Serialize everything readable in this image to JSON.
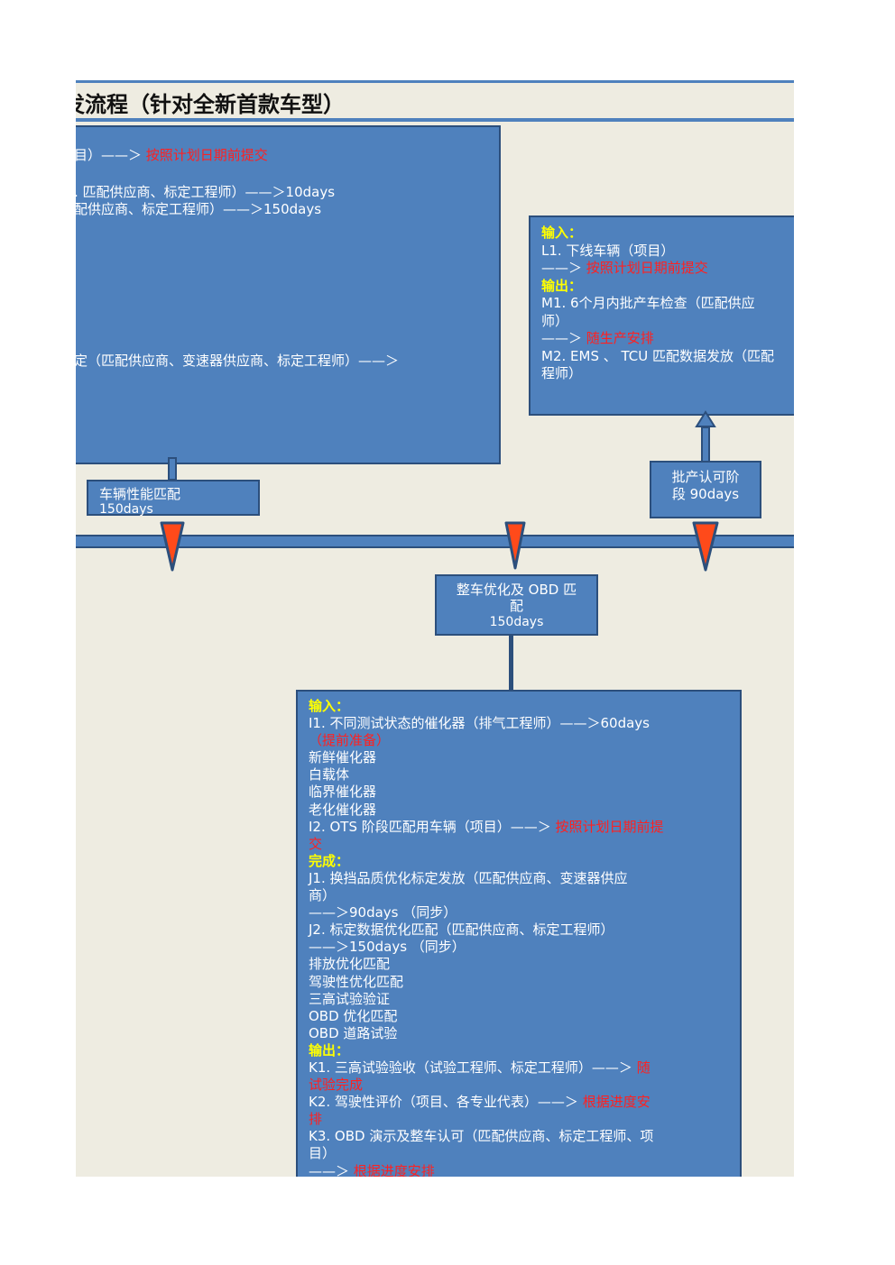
{
  "title": "发流程（针对全新首款车型）",
  "box_top_left": {
    "line1_pre": "目）——＞",
    "line1_red": "按照计划日期前提交",
    "line2": ". 匹配供应商、标定工程师）——＞10days",
    "line3": "配供应商、标定工程师）——＞150days",
    "line4": "定（匹配供应商、变速器供应商、标定工程师）——＞"
  },
  "box_top_right": {
    "input_head": "输入：",
    "l1": "L1. 下线车辆（项目）",
    "l1_arrow": "——＞",
    "l1_red": "按照计划日期前提交",
    "output_head": "输出：",
    "m1": "M1. 6个月内批产车检查（匹配供应",
    "m1b": "师）",
    "m1_arrow": "——＞",
    "m1_red": "随生产安排",
    "m2": "M2. EMS 、 TCU 匹配数据发放（匹配",
    "m2b": "程师）"
  },
  "label_vehicle_match": {
    "line1": "车辆性能匹配",
    "line2": "150days"
  },
  "label_mass_approval": {
    "line1": "批产认可阶",
    "line2": "段 90days"
  },
  "label_obd": {
    "line1": "整车优化及 OBD 匹",
    "line2": "配",
    "line3": "150days"
  },
  "box_bottom": {
    "input_head": "输入：",
    "i1": "I1. 不同测试状态的催化器（排气工程师）——＞60days",
    "i1_red": "（提前准备）",
    "i1_items": [
      "新鲜催化器",
      "白载体",
      "临界催化器",
      "老化催化器"
    ],
    "i2_pre": "I2. OTS 阶段匹配用车辆（项目）——＞",
    "i2_red": "按照计划日期前提",
    "i2_red2": "交",
    "done_head": "完成：",
    "j1": "J1. 换挡品质优化标定发放（匹配供应商、变速器供应",
    "j1b": "商）",
    "j1c": "——＞90days （同步）",
    "j2": "J2. 标定数据优化匹配（匹配供应商、标定工程师）",
    "j2b": "——＞150days （同步）",
    "j2_items": [
      "排放优化匹配",
      "驾驶性优化匹配",
      "三高试验验证",
      "OBD 优化匹配",
      "OBD 道路试验"
    ],
    "output_head": "输出：",
    "k1_pre": "K1. 三高试验验收（试验工程师、标定工程师）——＞",
    "k1_red": "随",
    "k1_red2": "试验完成",
    "k2_pre": "K2. 驾驶性评价（项目、各专业代表）——＞",
    "k2_red": "根据进度安",
    "k2_red2": "排",
    "k3": "K3. OBD 演示及整车认可（匹配供应商、标定工程师、项",
    "k3b": "目）",
    "k3_arrow": "——＞",
    "k3_red": "根据进度安排"
  },
  "colors": {
    "box_fill": "#4f81bd",
    "box_border": "#2c4f7c",
    "sheet": "#eeece1",
    "marker": "#ff4a1a"
  }
}
